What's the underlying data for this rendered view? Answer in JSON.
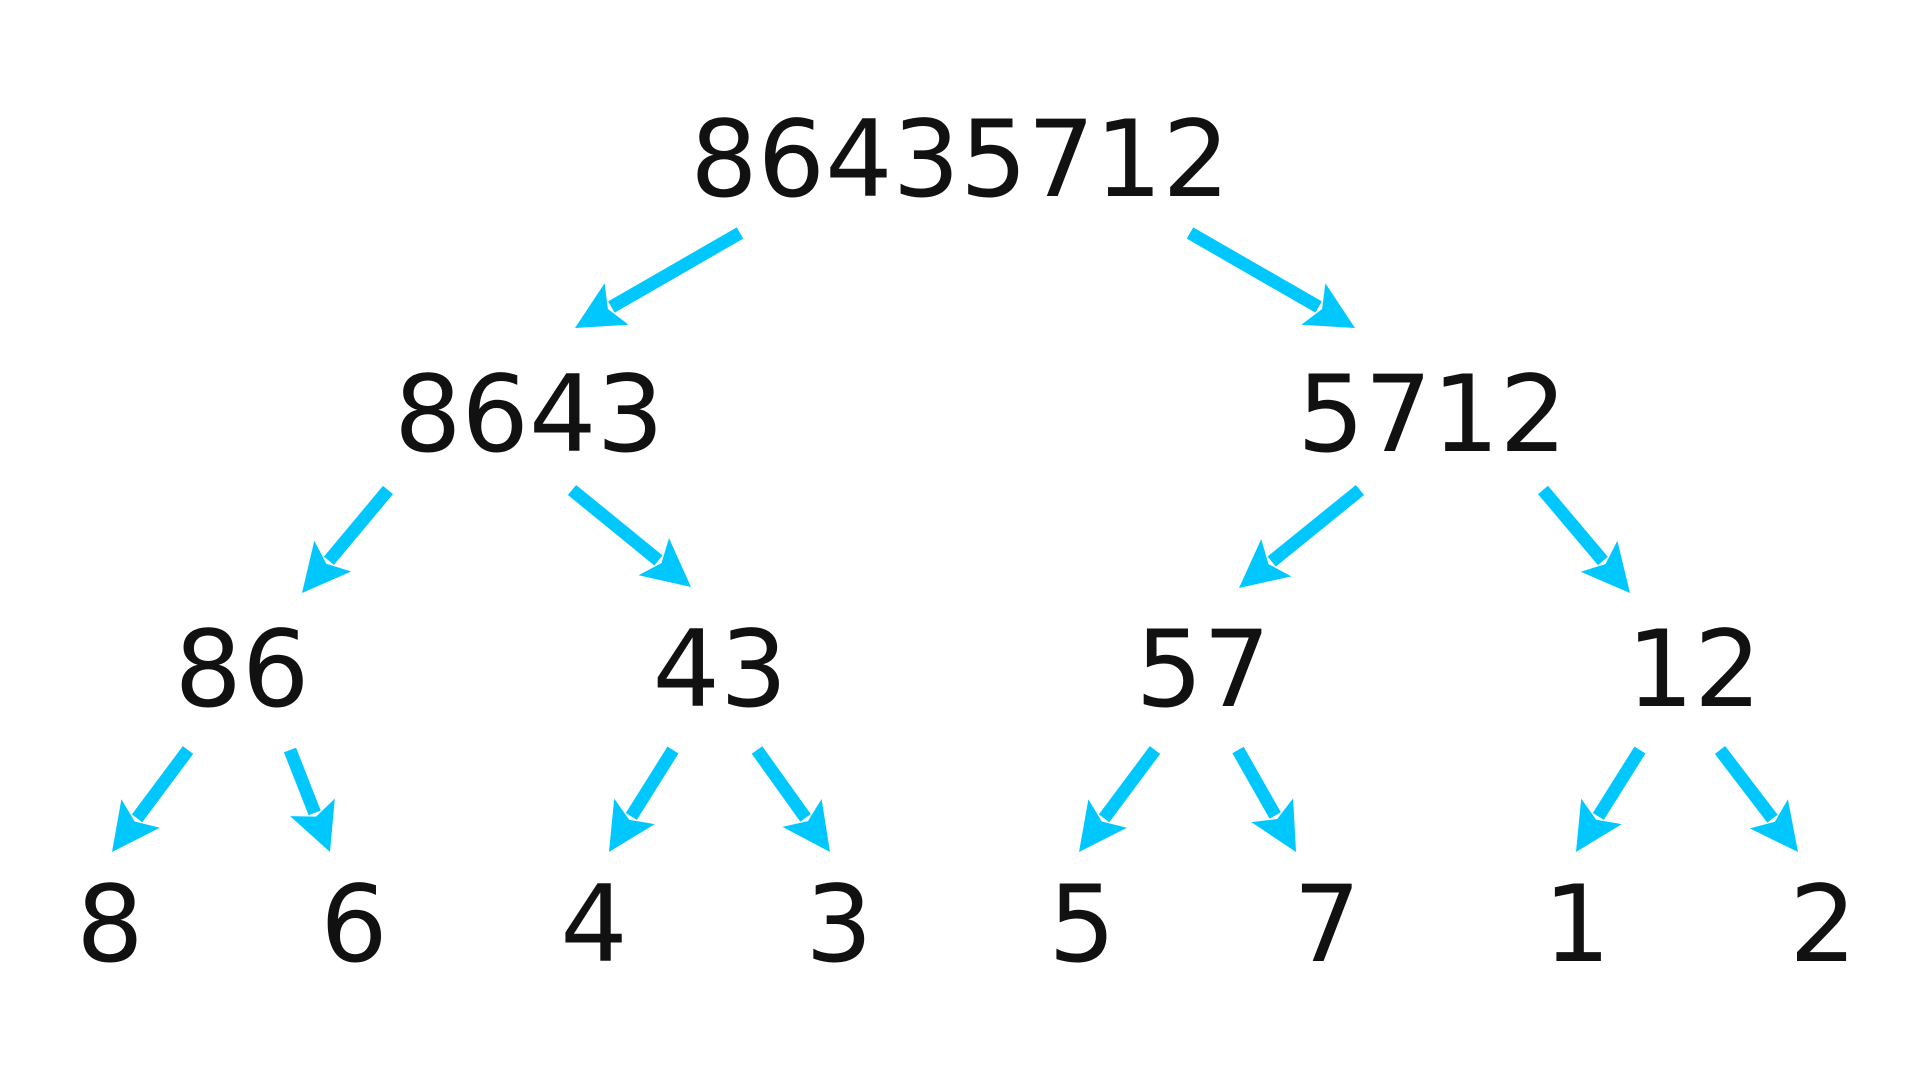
{
  "diagram": {
    "type": "merge-sort-split-tree",
    "arrow_color": "#00C8FF",
    "text_color": "#111111",
    "root": {
      "label": "86435712",
      "children": [
        {
          "label": "8643",
          "children": [
            {
              "label": "86",
              "children": [
                {
                  "label": "8"
                },
                {
                  "label": "6"
                }
              ]
            },
            {
              "label": "43",
              "children": [
                {
                  "label": "4"
                },
                {
                  "label": "3"
                }
              ]
            }
          ]
        },
        {
          "label": "5712",
          "children": [
            {
              "label": "57",
              "children": [
                {
                  "label": "5"
                },
                {
                  "label": "7"
                }
              ]
            },
            {
              "label": "12",
              "children": [
                {
                  "label": "1"
                },
                {
                  "label": "2"
                }
              ]
            }
          ]
        }
      ]
    }
  }
}
